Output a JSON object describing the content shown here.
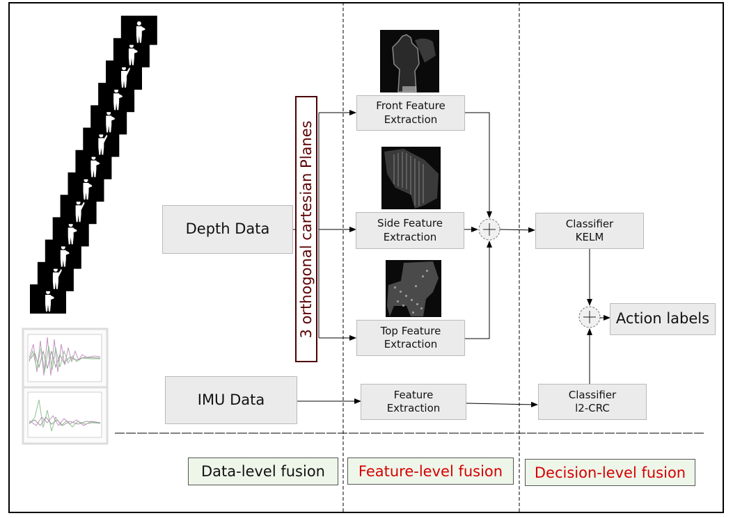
{
  "depth_box": {
    "label": "Depth Data"
  },
  "imu_box": {
    "label": "IMU Data"
  },
  "planes_label": "3 orthogonal cartesian Planes",
  "front_feature": {
    "label": "Front Feature\nExtraction"
  },
  "side_feature": {
    "label": "Side Feature\nExtraction"
  },
  "top_feature": {
    "label": "Top Feature\nExtraction"
  },
  "imu_feature": {
    "label": "Feature\nExtraction"
  },
  "classifier_kelm": {
    "label": "Classifier\nKELM"
  },
  "classifier_crc": {
    "label": "Classifier\nl2-CRC"
  },
  "output": {
    "label": "Action labels"
  },
  "fusion_levels": {
    "data": "Data-level fusion",
    "feature": "Feature-level fusion",
    "decision": "Decision-level fusion"
  },
  "colors": {
    "box_fill": "#ebebeb",
    "fusion_fill": "#eef6ea",
    "fusion_red_text": "#d40000",
    "planes_text": "#5a0000"
  }
}
